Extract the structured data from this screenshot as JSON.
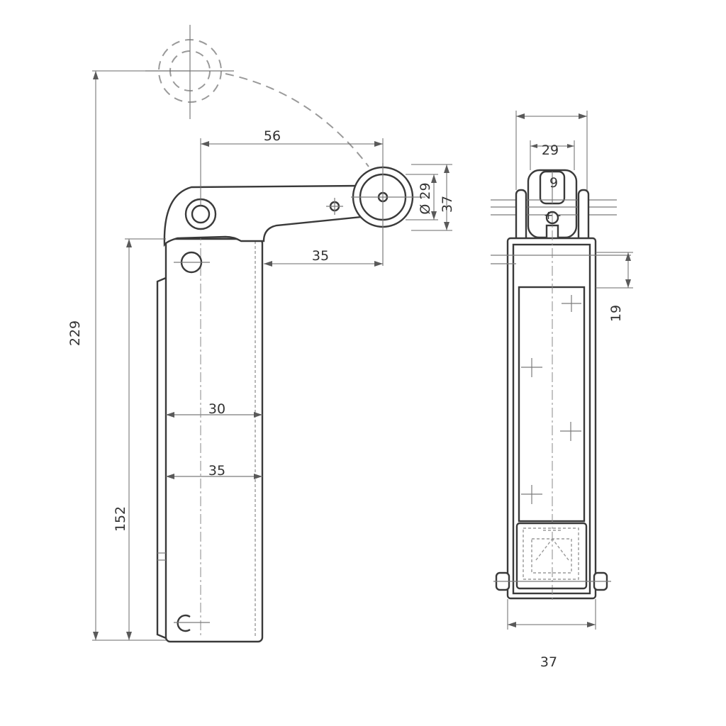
{
  "side_view": {
    "dim_total_height": "229",
    "dim_body_height": "152",
    "dim_arm_reach": "56",
    "dim_arm_offset": "35",
    "dim_roller_diameter": "Ø 29",
    "dim_roller_height": "37",
    "dim_body_width_30": "30",
    "dim_body_width_35": "35"
  },
  "front_view": {
    "dim_head_width": "29",
    "dim_head_inner": "9",
    "dim_gap": "19",
    "dim_base_width": "37",
    "adjust_sign": "+ -"
  }
}
